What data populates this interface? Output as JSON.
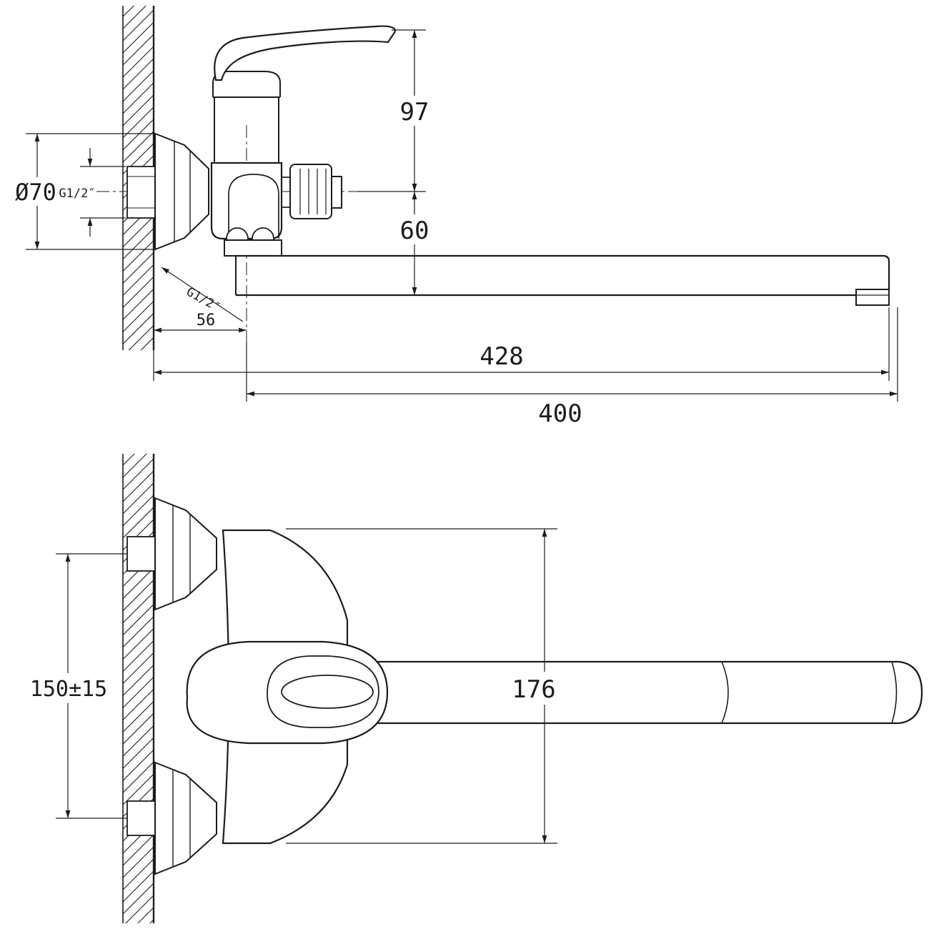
{
  "colors": {
    "ink": "#1c1c1c",
    "bg": "#ffffff"
  },
  "side_view": {
    "dims": {
      "handle_height": "97",
      "axis_to_spout": "60",
      "flange_diameter": "Ø70",
      "inlet_thread": "G1/2″",
      "outlet_thread": "G1/2″",
      "wall_to_axis": "56",
      "overall_reach": "428",
      "spout_length": "400"
    }
  },
  "plan_view": {
    "dims": {
      "inlet_spacing": "150±15",
      "body_depth": "176"
    }
  }
}
